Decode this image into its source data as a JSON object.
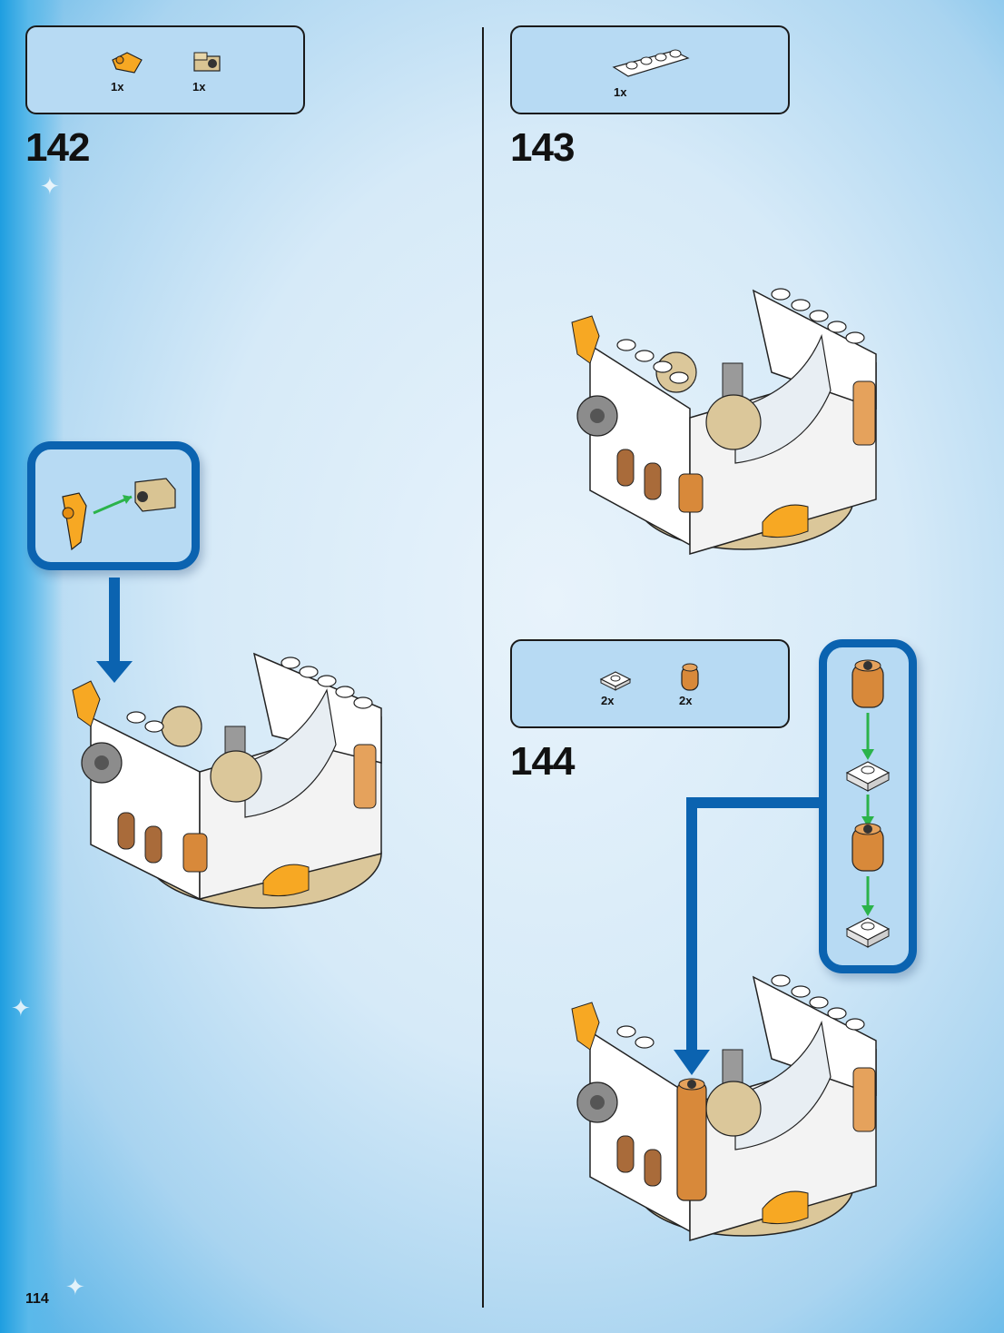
{
  "page": {
    "number": "114"
  },
  "steps": [
    {
      "number": "142",
      "parts": [
        {
          "name": "orange-curved-plate-icon",
          "qty": "1x"
        },
        {
          "name": "tan-bracket-icon",
          "qty": "1x"
        }
      ]
    },
    {
      "number": "143",
      "parts": [
        {
          "name": "white-plate-1x4-icon",
          "qty": "1x"
        }
      ]
    },
    {
      "number": "144",
      "parts": [
        {
          "name": "white-tile-icon",
          "qty": "2x"
        },
        {
          "name": "tan-round-brick-icon",
          "qty": "2x"
        }
      ]
    }
  ],
  "colors": {
    "callout_border": "#0b63b0",
    "parts_bg": "#b7daf3",
    "arrow_green": "#2bb34a"
  }
}
